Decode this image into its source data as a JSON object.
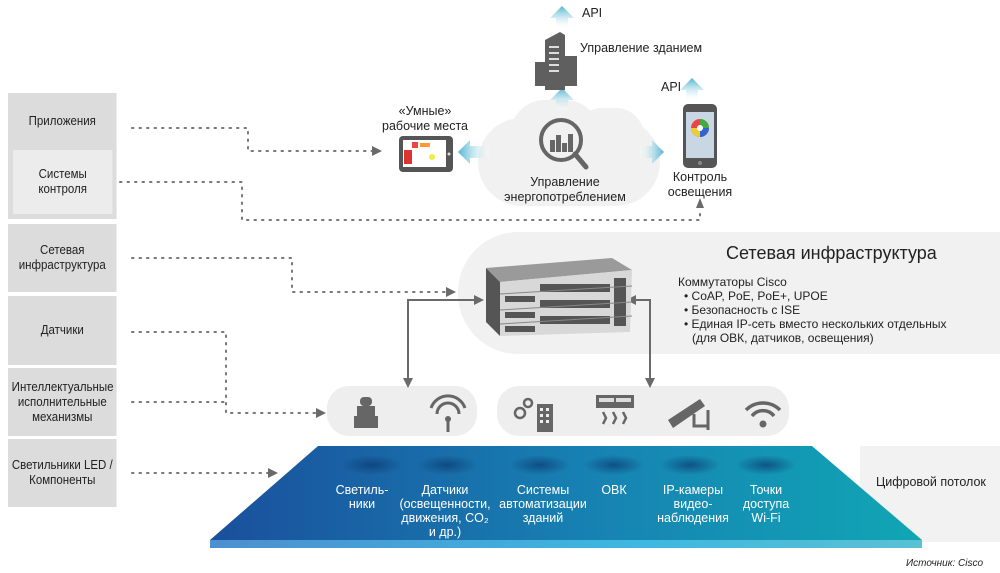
{
  "left_layers": [
    {
      "label": "Приложения"
    },
    {
      "label": "Системы контроля"
    },
    {
      "label": "Сетевая инфраструктура"
    },
    {
      "label": "Датчики"
    },
    {
      "label": "Интеллектуальные исполнительные механизмы"
    },
    {
      "label": "Светильники LED / Компоненты"
    }
  ],
  "top": {
    "api_top": "API",
    "building_mgmt": "Управление зданием",
    "smart_workplaces_1": "«Умные»",
    "smart_workplaces_2": "рабочие места",
    "energy_mgmt_1": "Управление",
    "energy_mgmt_2": "энергопотреблением",
    "api_right": "API",
    "lighting_ctrl_1": "Контроль",
    "lighting_ctrl_2": "освещения"
  },
  "network": {
    "title": "Сетевая инфраструктура",
    "subtitle": "Коммутаторы Cisco",
    "bullets": [
      "• CoAP, PoE, PoE+, UPOE",
      "• Безопасность с ISE",
      "• Единая IP-сеть вместо нескольких отдельных"
    ],
    "bullet_cont": "(для ОВК, датчиков, освещения)"
  },
  "devices": [
    {
      "icon": "light-bulb-icon"
    },
    {
      "icon": "sensor-icon"
    },
    {
      "icon": "building-automation-icon"
    },
    {
      "icon": "hvac-icon"
    },
    {
      "icon": "ip-camera-icon"
    },
    {
      "icon": "wifi-icon"
    }
  ],
  "ceiling": {
    "label": "Цифровой потолок",
    "items": [
      {
        "lines": [
          "Светиль-",
          "ники"
        ]
      },
      {
        "lines": [
          "Датчики",
          "(освещенности,",
          "движения, CO₂",
          "и др.)"
        ]
      },
      {
        "lines": [
          "Системы",
          "автоматизации",
          "зданий"
        ]
      },
      {
        "lines": [
          "ОВК"
        ]
      },
      {
        "lines": [
          "IP-камеры",
          "видео-",
          "наблюдения"
        ]
      },
      {
        "lines": [
          "Точки",
          "доступа",
          "Wi-Fi"
        ]
      }
    ]
  },
  "source": "Источник: Cisco",
  "colors": {
    "arrow_cyan": "#4fb3cf",
    "ceiling_left": "#1e5aa8",
    "ceiling_right": "#12a0b4",
    "gray": "#6a6a6a"
  }
}
